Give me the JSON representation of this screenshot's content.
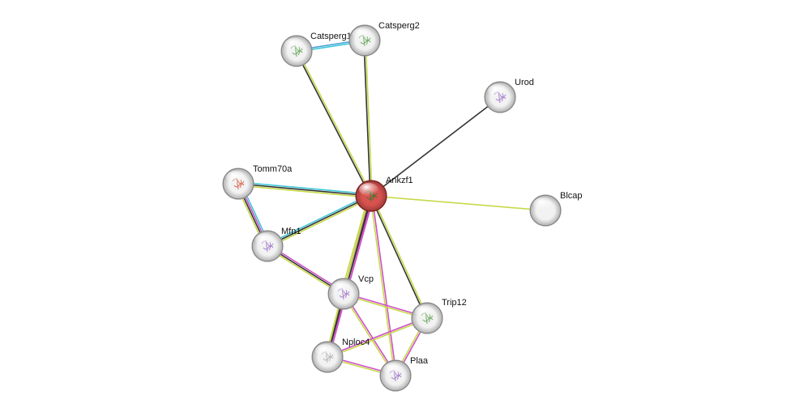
{
  "edge_colors": {
    "yellow": "#c7d94a",
    "black": "#333333",
    "magenta": "#d04fc9",
    "blue": "#4aa3d9",
    "cyan": "#40c8d8"
  },
  "nodes": [
    {
      "id": "Ankzf1",
      "label": "Ankzf1",
      "query": true,
      "ring": "#8f2020",
      "fill": "#d8524f",
      "glyph": "#2a7a2a"
    },
    {
      "id": "Catsperg1",
      "label": "Catsperg1",
      "query": false,
      "ring": "#9a9a9a",
      "fill": "#f2f2f2",
      "glyph": "#5aa04a"
    },
    {
      "id": "Catsperg2",
      "label": "Catsperg2",
      "query": false,
      "ring": "#9a9a9a",
      "fill": "#f2f2f2",
      "glyph": "#5aa04a"
    },
    {
      "id": "Urod",
      "label": "Urod",
      "query": false,
      "ring": "#9a9a9a",
      "fill": "#f2f2f2",
      "glyph": "#9b6fc7"
    },
    {
      "id": "Tomm70a",
      "label": "Tomm70a",
      "query": false,
      "ring": "#9a9a9a",
      "fill": "#f2f2f2",
      "glyph": "#d0543a"
    },
    {
      "id": "Blcap",
      "label": "Blcap",
      "query": false,
      "ring": "#9a9a9a",
      "fill": "#f2f2f2",
      "glyph": ""
    },
    {
      "id": "Mfn1",
      "label": "Mfn1",
      "query": false,
      "ring": "#9a9a9a",
      "fill": "#f2f2f2",
      "glyph": "#9b6fc7"
    },
    {
      "id": "Vcp",
      "label": "Vcp",
      "query": false,
      "ring": "#9a9a9a",
      "fill": "#f2f2f2",
      "glyph": "#9b6fc7"
    },
    {
      "id": "Trip12",
      "label": "Trip12",
      "query": false,
      "ring": "#9a9a9a",
      "fill": "#f2f2f2",
      "glyph": "#5aa04a"
    },
    {
      "id": "Nploc4",
      "label": "Nploc4",
      "query": false,
      "ring": "#9a9a9a",
      "fill": "#f2f2f2",
      "glyph": "#aaaaaa"
    },
    {
      "id": "Plaa",
      "label": "Plaa",
      "query": false,
      "ring": "#9a9a9a",
      "fill": "#f2f2f2",
      "glyph": "#9b6fc7"
    }
  ],
  "edges": [
    {
      "from": "Catsperg1",
      "to": "Catsperg2",
      "types": [
        "blue",
        "cyan"
      ]
    },
    {
      "from": "Catsperg1",
      "to": "Ankzf1",
      "types": [
        "yellow",
        "black"
      ]
    },
    {
      "from": "Catsperg2",
      "to": "Ankzf1",
      "types": [
        "yellow",
        "black"
      ]
    },
    {
      "from": "Urod",
      "to": "Ankzf1",
      "types": [
        "black"
      ]
    },
    {
      "from": "Blcap",
      "to": "Ankzf1",
      "types": [
        "yellow"
      ]
    },
    {
      "from": "Tomm70a",
      "to": "Ankzf1",
      "types": [
        "cyan",
        "black",
        "yellow"
      ]
    },
    {
      "from": "Tomm70a",
      "to": "Mfn1",
      "types": [
        "cyan",
        "magenta",
        "black",
        "yellow"
      ]
    },
    {
      "from": "Mfn1",
      "to": "Ankzf1",
      "types": [
        "cyan",
        "black",
        "yellow"
      ]
    },
    {
      "from": "Mfn1",
      "to": "Vcp",
      "types": [
        "magenta",
        "black",
        "yellow"
      ]
    },
    {
      "from": "Ankzf1",
      "to": "Vcp",
      "types": [
        "magenta",
        "black",
        "magenta",
        "yellow"
      ]
    },
    {
      "from": "Ankzf1",
      "to": "Nploc4",
      "types": [
        "magenta",
        "black",
        "yellow"
      ]
    },
    {
      "from": "Ankzf1",
      "to": "Plaa",
      "types": [
        "magenta",
        "yellow"
      ]
    },
    {
      "from": "Ankzf1",
      "to": "Trip12",
      "types": [
        "yellow",
        "black"
      ]
    },
    {
      "from": "Vcp",
      "to": "Nploc4",
      "types": [
        "magenta",
        "black",
        "yellow"
      ]
    },
    {
      "from": "Vcp",
      "to": "Trip12",
      "types": [
        "magenta",
        "yellow"
      ]
    },
    {
      "from": "Vcp",
      "to": "Plaa",
      "types": [
        "magenta",
        "yellow"
      ]
    },
    {
      "from": "Nploc4",
      "to": "Plaa",
      "types": [
        "magenta",
        "yellow"
      ]
    },
    {
      "from": "Nploc4",
      "to": "Trip12",
      "types": [
        "magenta",
        "yellow"
      ]
    },
    {
      "from": "Trip12",
      "to": "Plaa",
      "types": [
        "magenta",
        "yellow"
      ]
    }
  ]
}
